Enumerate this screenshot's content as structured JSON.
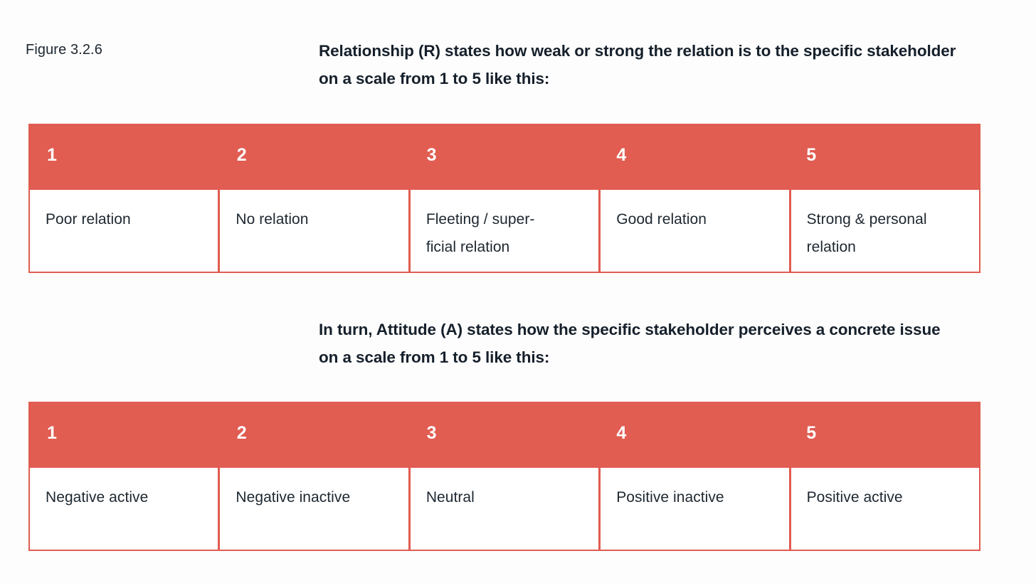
{
  "figure": {
    "caption": "Figure 3.2.6"
  },
  "colors": {
    "accent": "#E15C51",
    "page_background": "#FDFDFD",
    "text": "#1D2730",
    "header_text": "#FFFFFF"
  },
  "sections": [
    {
      "id": "relationship",
      "intro": "Relationship (R) states how weak or strong the relation is to the specific stakeholder on a scale from 1 to 5 like this:",
      "table": {
        "headers": [
          "1",
          "2",
          "3",
          "4",
          "5"
        ],
        "values": [
          "Poor relation",
          "No relation",
          "Fleeting / super-\nficial relation",
          "Good relation",
          "Strong & personal\nrelation"
        ]
      }
    },
    {
      "id": "attitude",
      "intro": "In turn, Attitude (A) states how the specific stakeholder perceives a concrete issue on a scale from 1 to 5 like this:",
      "table": {
        "headers": [
          "1",
          "2",
          "3",
          "4",
          "5"
        ],
        "values": [
          "Negative active",
          "Negative inactive",
          "Neutral",
          "Positive inactive",
          "Positive active"
        ]
      }
    }
  ]
}
